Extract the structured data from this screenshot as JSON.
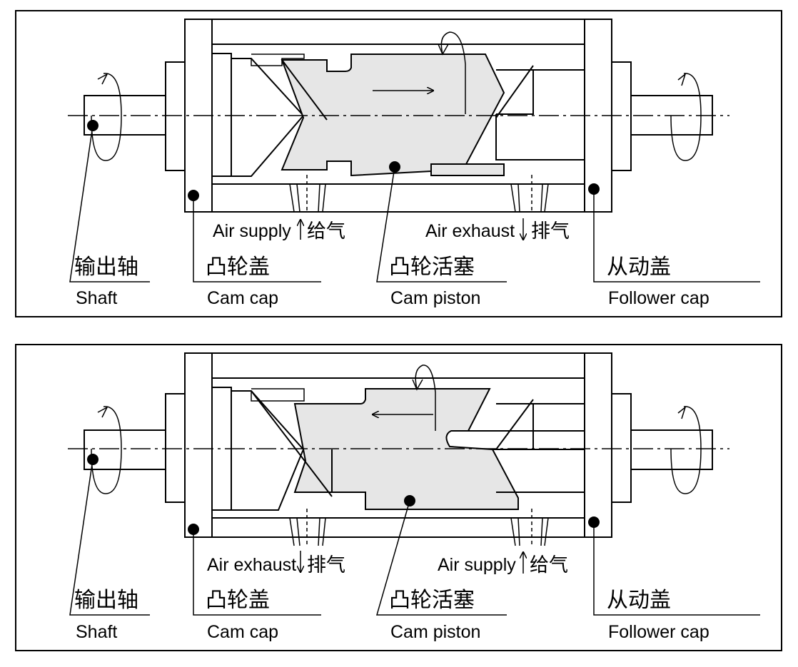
{
  "panels": [
    {
      "direction": "right",
      "labels": {
        "shaft_cn": "输出轴",
        "shaft_en": "Shaft",
        "cam_cap_cn": "凸轮盖",
        "cam_cap_en": "Cam cap",
        "cam_piston_cn": "凸轮活塞",
        "cam_piston_en": "Cam piston",
        "follower_cap_cn": "从动盖",
        "follower_cap_en": "Follower cap"
      },
      "port_left": {
        "en": "Air supply",
        "cn": "给气",
        "arrow": "up"
      },
      "port_right": {
        "en": "Air exhaust",
        "cn": "排气",
        "arrow": "down"
      }
    },
    {
      "direction": "left",
      "labels": {
        "shaft_cn": "输出轴",
        "shaft_en": "Shaft",
        "cam_cap_cn": "凸轮盖",
        "cam_cap_en": "Cam cap",
        "cam_piston_cn": "凸轮活塞",
        "cam_piston_en": "Cam piston",
        "follower_cap_cn": "从动盖",
        "follower_cap_en": "Follower cap"
      },
      "port_left": {
        "en": "Air exhaust",
        "cn": "排气",
        "arrow": "down"
      },
      "port_right": {
        "en": "Air supply",
        "cn": "给气",
        "arrow": "up"
      }
    }
  ],
  "colors": {
    "piston_fill": "#e6e6e6",
    "line": "#000000"
  }
}
